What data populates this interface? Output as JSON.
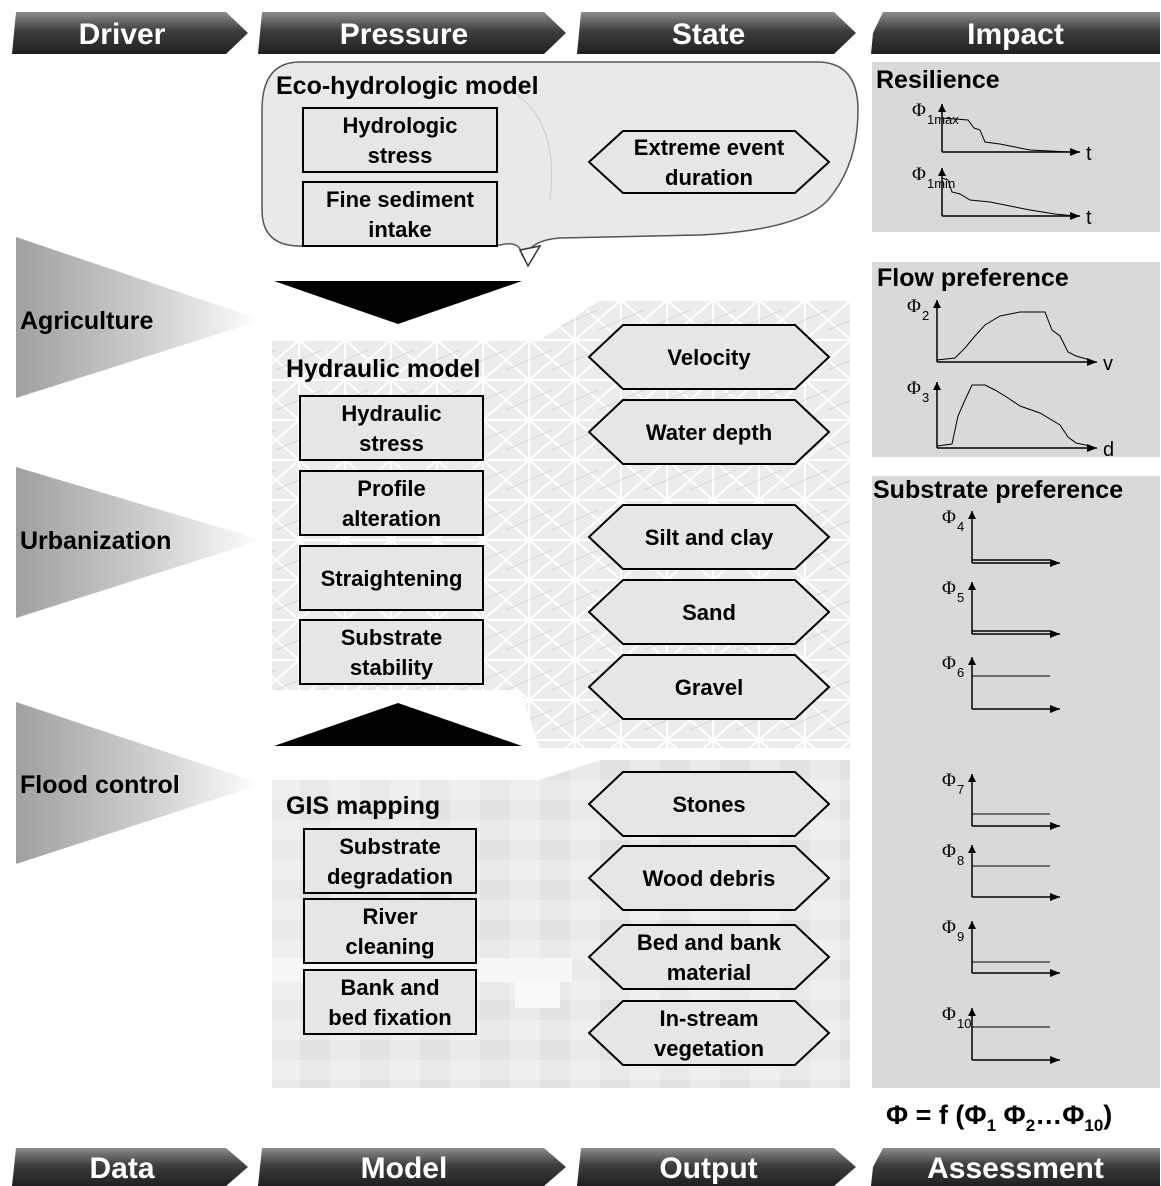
{
  "headers_top": [
    "Driver",
    "Pressure",
    "State",
    "Impact"
  ],
  "headers_bottom": [
    "Data",
    "Model",
    "Output",
    "Assessment"
  ],
  "drivers": [
    "Agriculture",
    "Urbanization",
    "Flood control"
  ],
  "eco_model": {
    "title": "Eco-hydrologic model",
    "boxes": [
      [
        "Hydrologic",
        "stress"
      ],
      [
        "Fine sediment",
        "intake"
      ]
    ],
    "state": [
      "Extreme event",
      "duration"
    ]
  },
  "hydraulic_model": {
    "title": "Hydraulic model",
    "boxes": [
      [
        "Hydraulic",
        "stress"
      ],
      [
        "Profile",
        "alteration"
      ],
      [
        "Straightening"
      ],
      [
        "Substrate",
        "stability"
      ]
    ]
  },
  "gis": {
    "title": "GIS mapping",
    "boxes": [
      [
        "Substrate",
        "degradation"
      ],
      [
        "River",
        "cleaning"
      ],
      [
        "Bank and",
        "bed fixation"
      ]
    ]
  },
  "states": [
    [
      "Velocity"
    ],
    [
      "Water depth"
    ],
    [
      "Silt and clay"
    ],
    [
      "Sand"
    ],
    [
      "Gravel"
    ],
    [
      "Stones"
    ],
    [
      "Wood debris"
    ],
    [
      "Bed and bank",
      "material"
    ],
    [
      "In-stream",
      "vegetation"
    ]
  ],
  "impact": {
    "resilience": {
      "title": "Resilience",
      "phi1": "1max",
      "phi2": "1min",
      "axis": "t"
    },
    "flow": {
      "title": "Flow preference",
      "phi1": "2",
      "axis1": "v",
      "phi2": "3",
      "axis2": "d"
    },
    "substrate": {
      "title": "Substrate preference",
      "subs": [
        "4",
        "5",
        "6",
        "7",
        "8",
        "9",
        "10"
      ]
    },
    "formula": {
      "lhs": "Φ = f (Φ",
      "s1": "1",
      "mid1": " Φ",
      "s2": "2",
      "mid2": "…Φ",
      "s3": "10",
      "end": ")"
    }
  },
  "colors": {
    "header_dark": "#3c3c3c",
    "box_fill": "#e6e6e6",
    "panel": "#d9d9d9",
    "mesh": "#eeeeee"
  }
}
